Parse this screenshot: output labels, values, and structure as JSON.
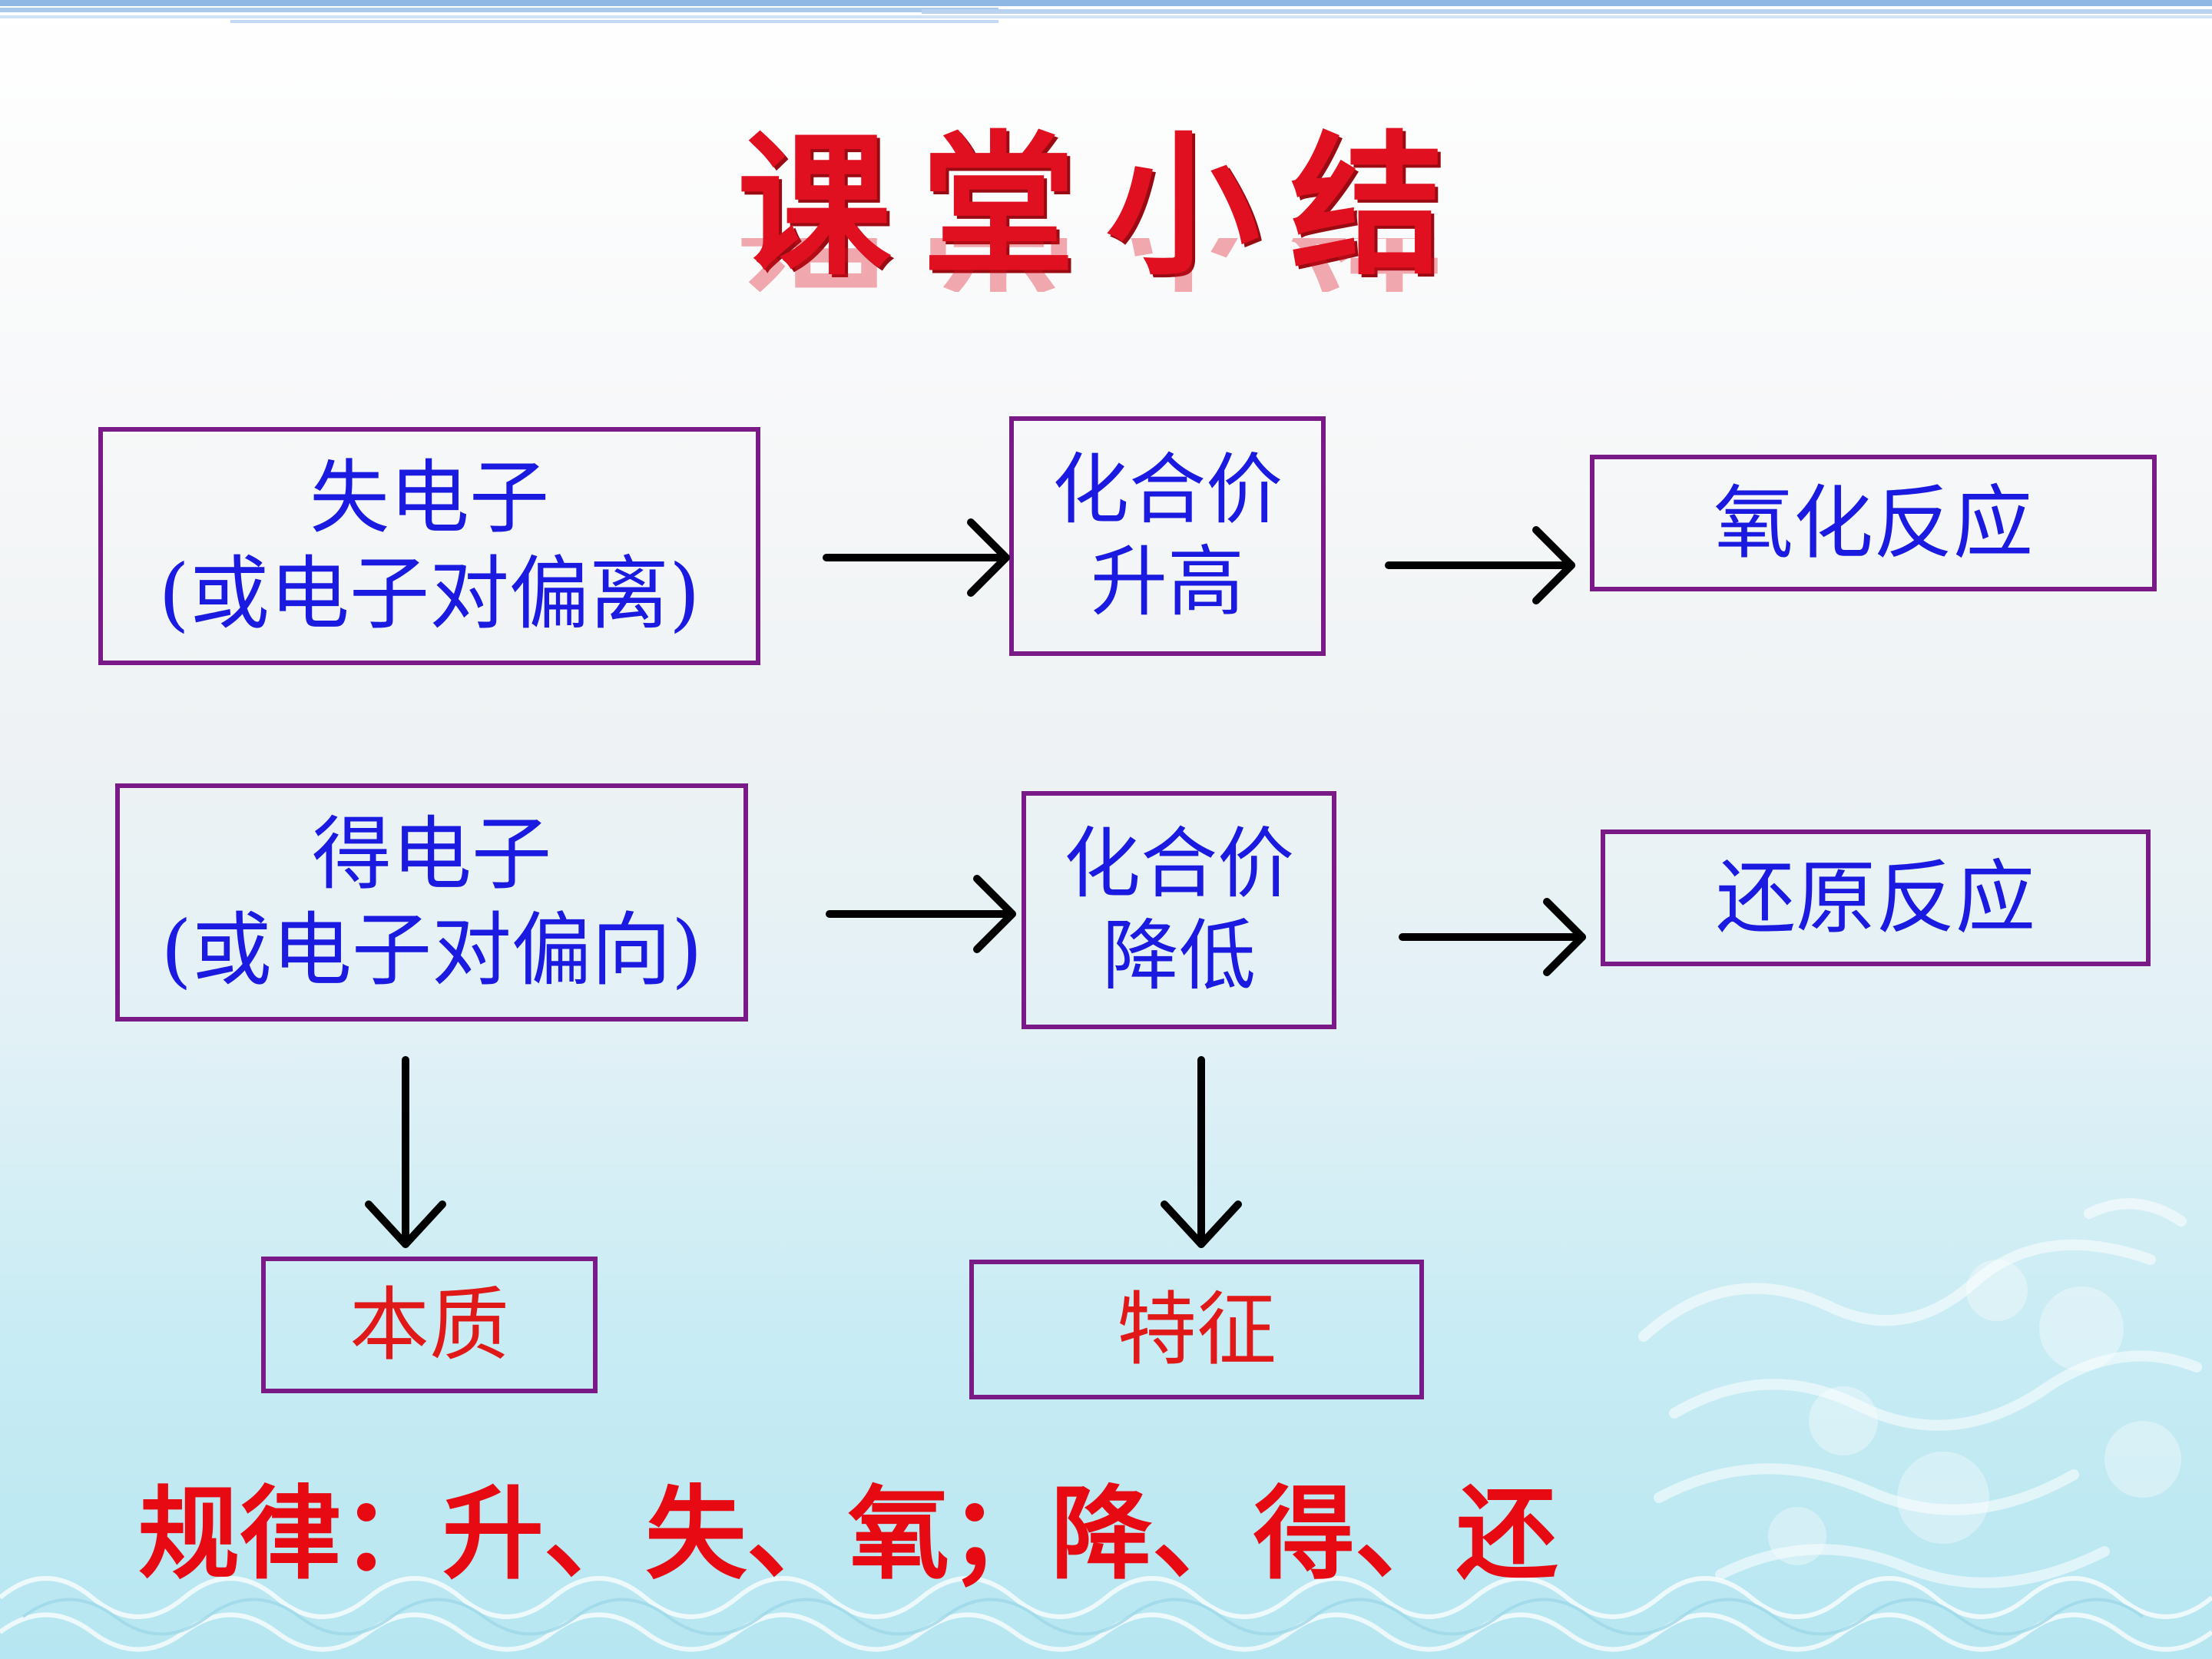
{
  "title": "课堂小结",
  "row1": {
    "box1_line1": "失电子",
    "box1_line2": "(或电子对偏离)",
    "box2_line1": "化合价",
    "box2_line2": "升高",
    "box3": "氧化反应"
  },
  "row2": {
    "box1_line1": "得电子",
    "box1_line2": "(或电子对偏向)",
    "box2_line1": "化合价",
    "box2_line2": "降低",
    "box3": "还原反应"
  },
  "bottom": {
    "left": "本质",
    "right": "特征"
  },
  "rule": "规律：升、失、氧；降、得、还",
  "colors": {
    "box_border": "#7a1a86",
    "blue_text": "#1a1ae0",
    "red_text": "#e01818",
    "title": "#e01020"
  }
}
